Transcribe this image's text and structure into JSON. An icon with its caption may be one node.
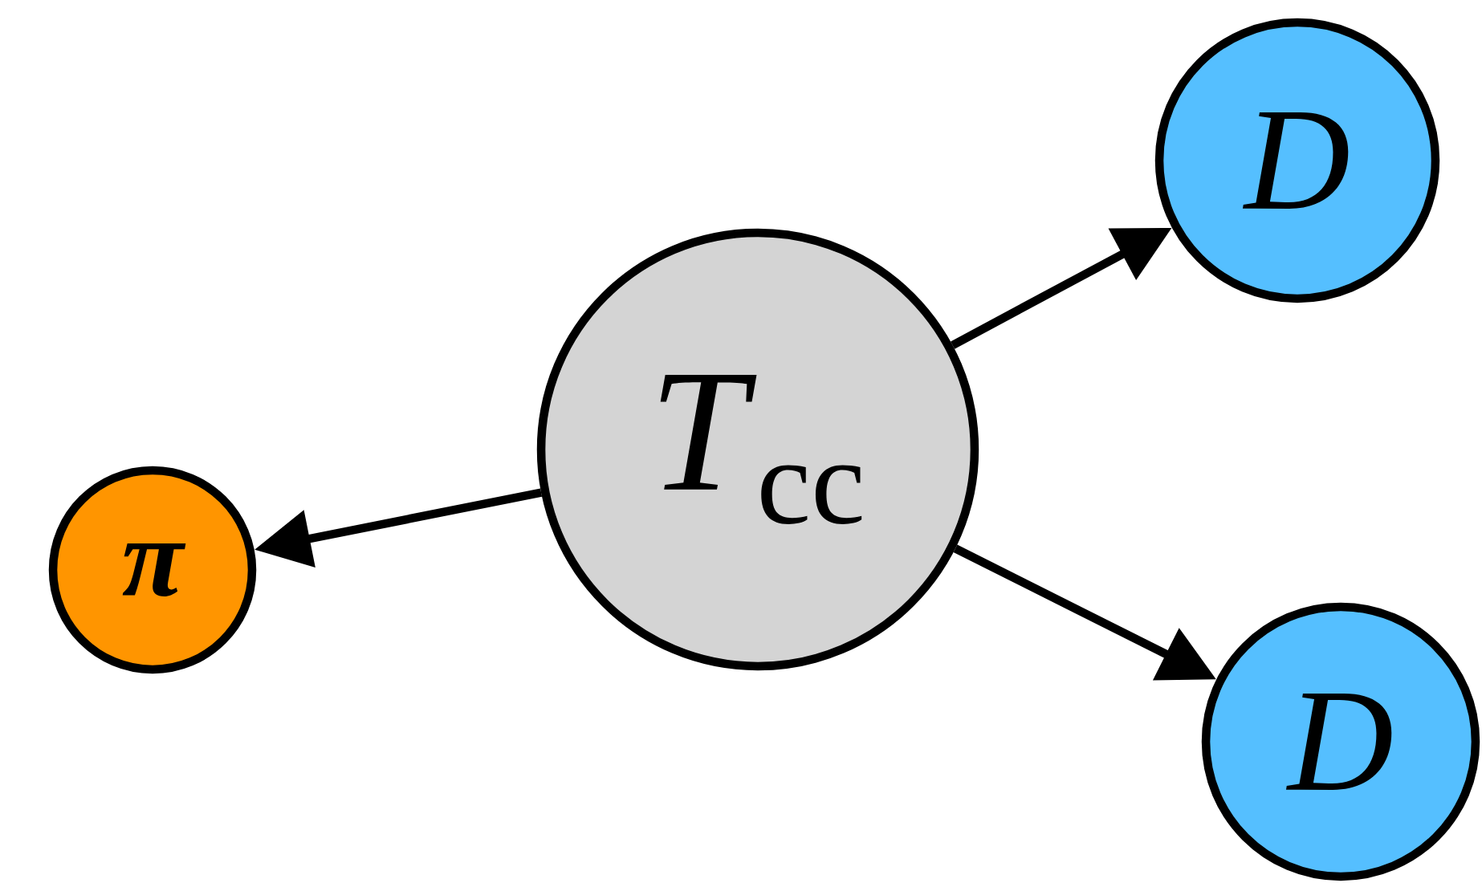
{
  "diagram": {
    "nodes": [
      {
        "text": [
          "*T*$_{cc}$"
        ]
      },
      {
        "text": [
          "D"
        ]
      },
      {
        "text": [
          "D"
        ]
      },
      {
        "text": [
          "π"
        ]
      }
    ],
    "edges": [
      {
        "from": 0,
        "to": 1,
        "arrow": "to"
      },
      {
        "from": 0,
        "to": 2,
        "arrow": "to"
      },
      {
        "from": 0,
        "to": 3,
        "arrow": "to"
      }
    ]
  }
}
